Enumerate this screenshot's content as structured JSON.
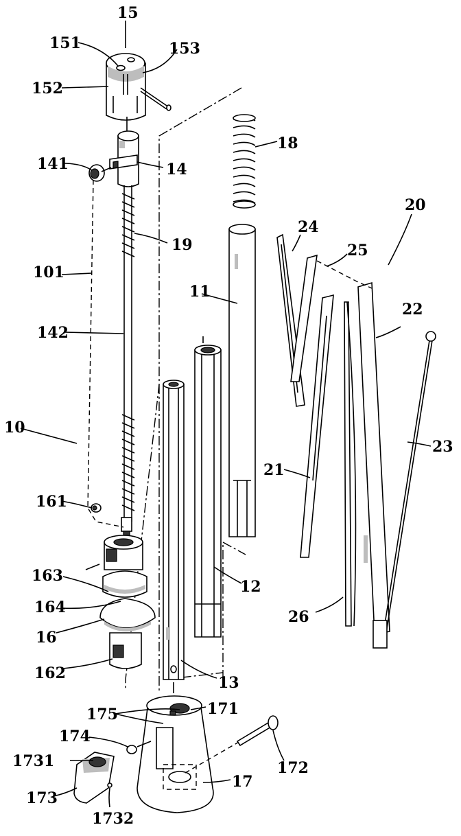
{
  "labels": {
    "l10": "10",
    "l101": "101",
    "l11": "11",
    "l12": "12",
    "l13": "13",
    "l14": "14",
    "l141": "141",
    "l142": "142",
    "l15": "15",
    "l151": "151",
    "l152": "152",
    "l153": "153",
    "l16": "16",
    "l161": "161",
    "l162": "162",
    "l163": "163",
    "l164": "164",
    "l17": "17",
    "l171": "171",
    "l172": "172",
    "l173": "173",
    "l1731": "1731",
    "l1732": "1732",
    "l174": "174",
    "l175": "175",
    "l18": "18",
    "l19": "19",
    "l20": "20",
    "l21": "21",
    "l22": "22",
    "l23": "23",
    "l24": "24",
    "l25": "25",
    "l26": "26"
  }
}
